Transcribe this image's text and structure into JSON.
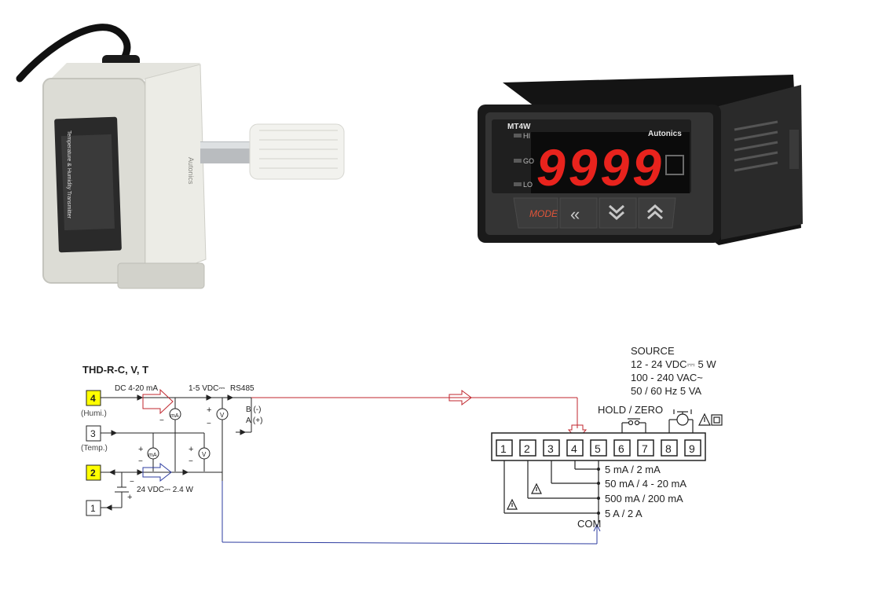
{
  "transmitter": {
    "label_title": "Temperature & Humidity Transmitter",
    "brand": "Autonics"
  },
  "meter": {
    "model": "MT4W",
    "brand": "Autonics",
    "display_value": "9999",
    "indicators": [
      "HI",
      "GO",
      "LO"
    ],
    "buttons": [
      "MODE",
      "«",
      "⌄⌄",
      "⌃⌃"
    ],
    "digit_color": "#e8231d"
  },
  "left_diagram": {
    "title": "THD-R-C, V, T",
    "terminals": [
      {
        "num": "4",
        "note": "(Humi.)",
        "highlight": true
      },
      {
        "num": "3",
        "note": "(Temp.)",
        "highlight": false
      },
      {
        "num": "2",
        "note": "",
        "highlight": true
      },
      {
        "num": "1",
        "note": "",
        "highlight": false
      }
    ],
    "output_current": "DC 4-20 mA",
    "output_voltage": "1-5 VDC⎓",
    "comm": "RS485",
    "comm_b": "B (-)",
    "comm_a": "A (+)",
    "supply": "24 VDC⎓ 2.4 W",
    "meter_ma": "mA",
    "meter_v": "V",
    "plus": "+",
    "minus": "−",
    "highlight_color": "#ffff00"
  },
  "right_diagram": {
    "source_title": "SOURCE",
    "source_lines": [
      "12 - 24 VDC⎓ 5 W",
      "100 - 240 VAC~",
      "50 / 60 Hz 5 VA"
    ],
    "hold_zero": "HOLD / ZERO",
    "terminals": [
      "1",
      "2",
      "3",
      "4",
      "5",
      "6",
      "7",
      "8",
      "9"
    ],
    "ranges": [
      "5 mA / 2 mA",
      "50 mA / 4 - 20 mA",
      "500 mA / 200 mA",
      "5 A / 2 A"
    ],
    "com": "COM"
  },
  "colors": {
    "wire_red": "#c0262d",
    "wire_blue": "#2d3ca0"
  }
}
